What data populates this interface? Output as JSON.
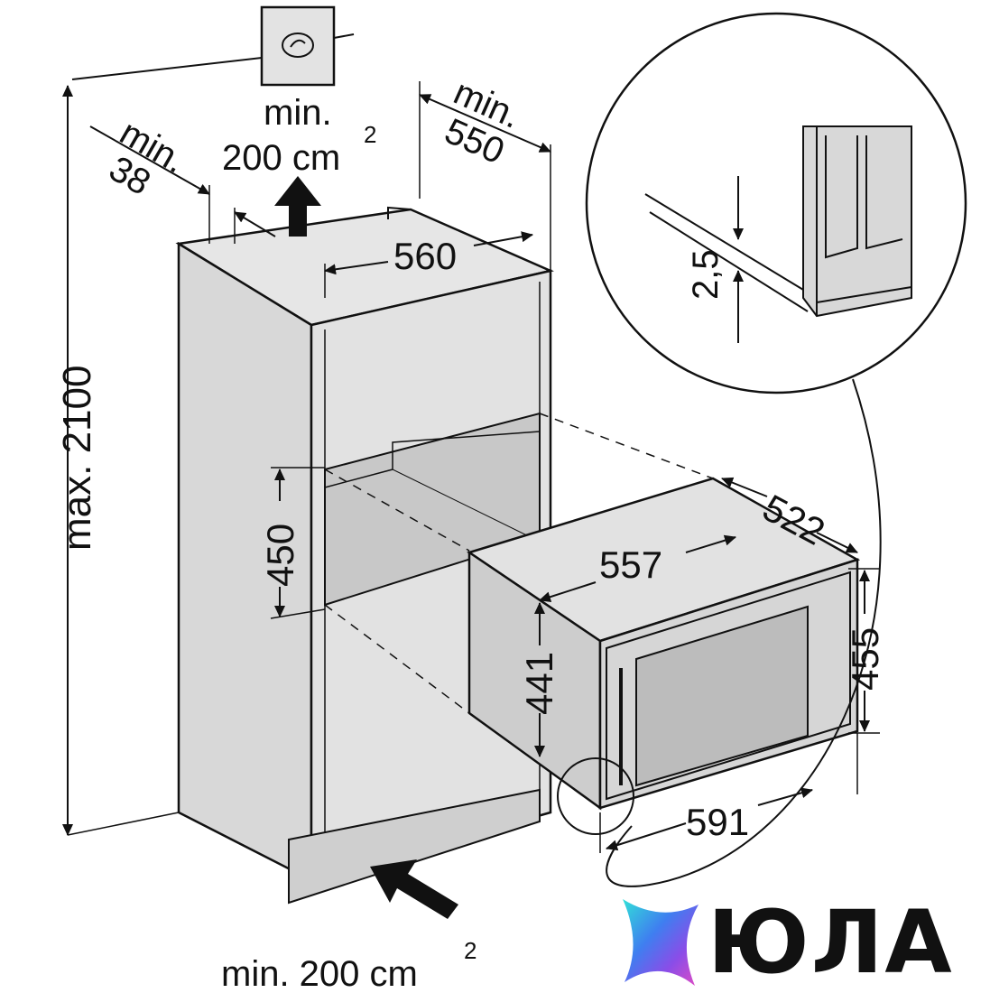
{
  "labels": {
    "max_height": "max. 2100",
    "min_text": "min.",
    "min_38": "38",
    "top_vent": "200 cm",
    "top_vent_sup": "2",
    "min_550": "550",
    "w560": "560",
    "h450": "450",
    "w557": "557",
    "d522": "522",
    "h441": "441",
    "h455": "455",
    "w591": "591",
    "gap": "2,5",
    "bottom_vent": "min. 200 cm",
    "bottom_vent_sup": "2"
  },
  "brand": {
    "name": "ЮЛА"
  },
  "colors": {
    "line": "#111111",
    "cabinet_fill": "#dcdcdc",
    "cabinet_top": "#e8e8e8",
    "niche_fill": "#c6c6c6",
    "appliance_fill": "#d4d4d4",
    "glass_fill": "#bdbdbd",
    "logo_gradient": [
      "#31e0d8",
      "#3f7ef0",
      "#8a4de8",
      "#e04cc4"
    ]
  }
}
